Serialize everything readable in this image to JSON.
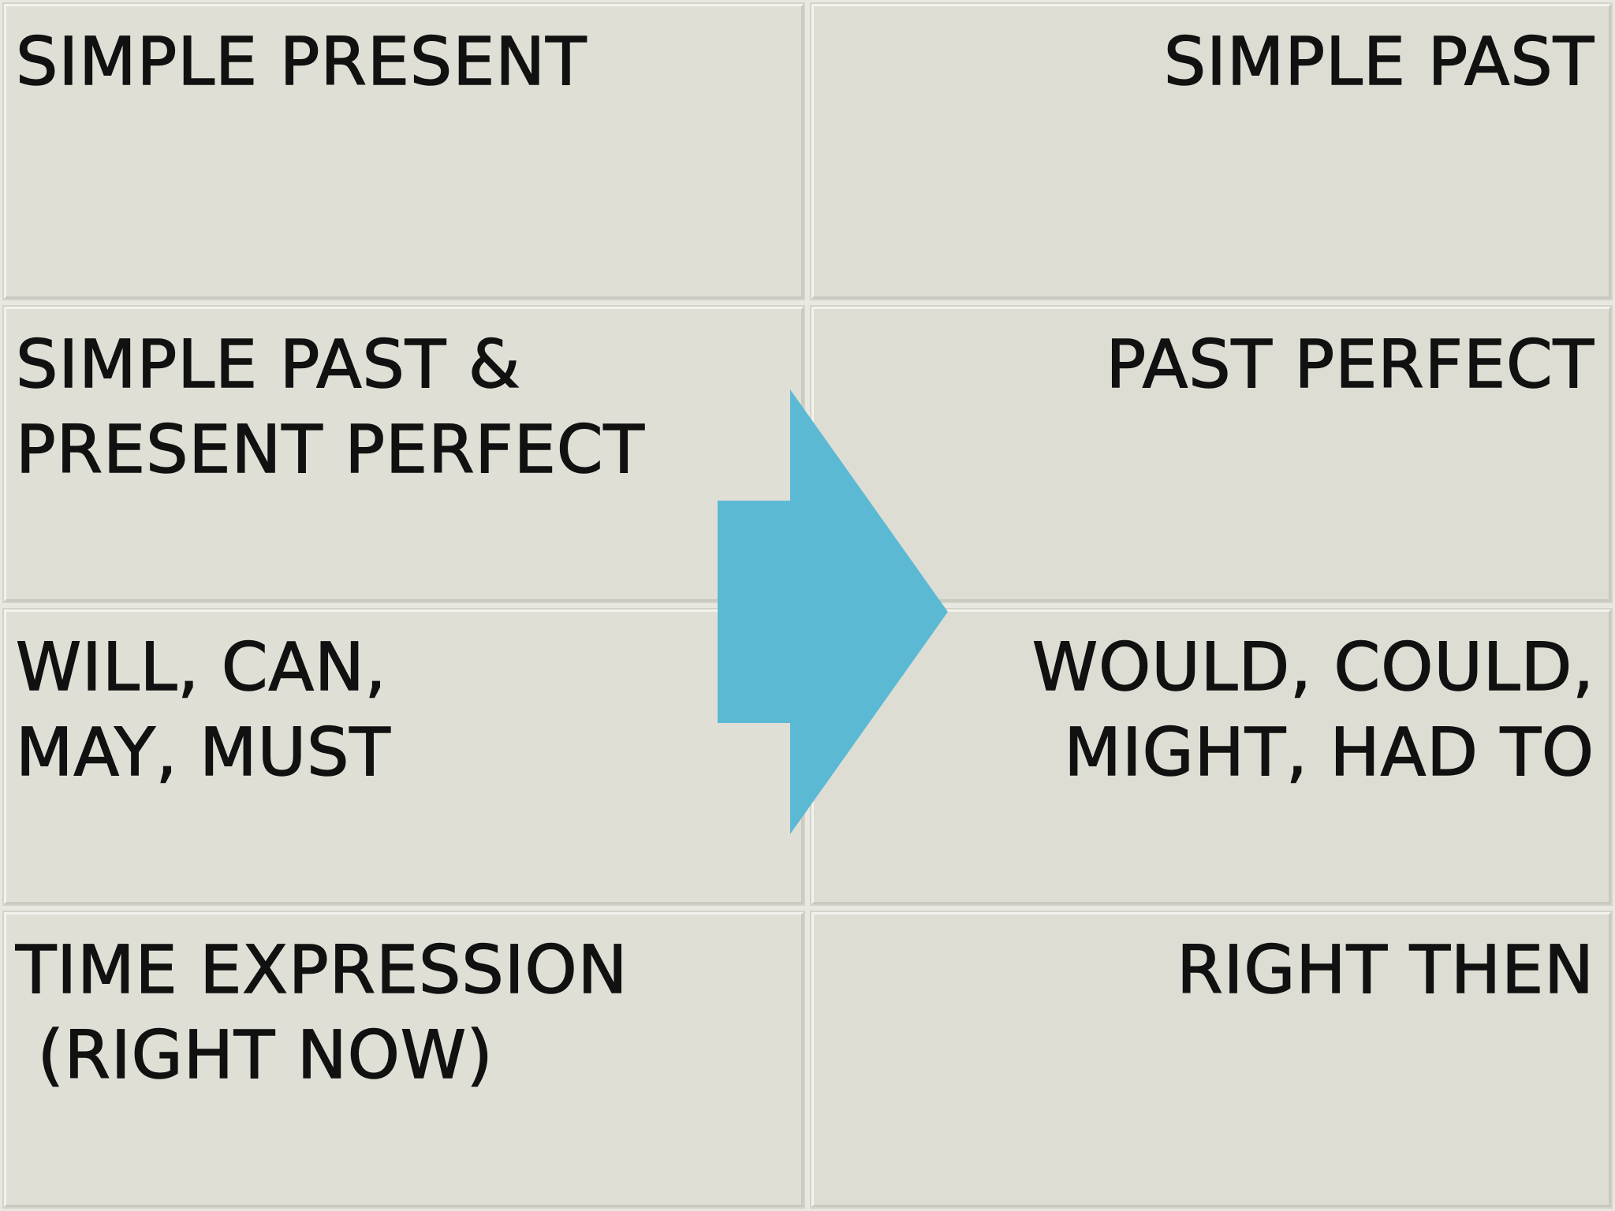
{
  "colors": {
    "tile": "#dfdfd6",
    "text": "#111111",
    "arrow": "#5cb9d3"
  },
  "arrow": {
    "icon": "right-arrow-icon"
  },
  "rows": [
    {
      "left": "Simple present",
      "right": "Simple past"
    },
    {
      "left": "Simple past &\npresent perfect",
      "right": "Past perfect"
    },
    {
      "left": "Will, can,\nmay, must",
      "right": "Would, could,\nmight, had to"
    },
    {
      "left": "Time expression\n (right now)",
      "right": "Right then"
    }
  ]
}
